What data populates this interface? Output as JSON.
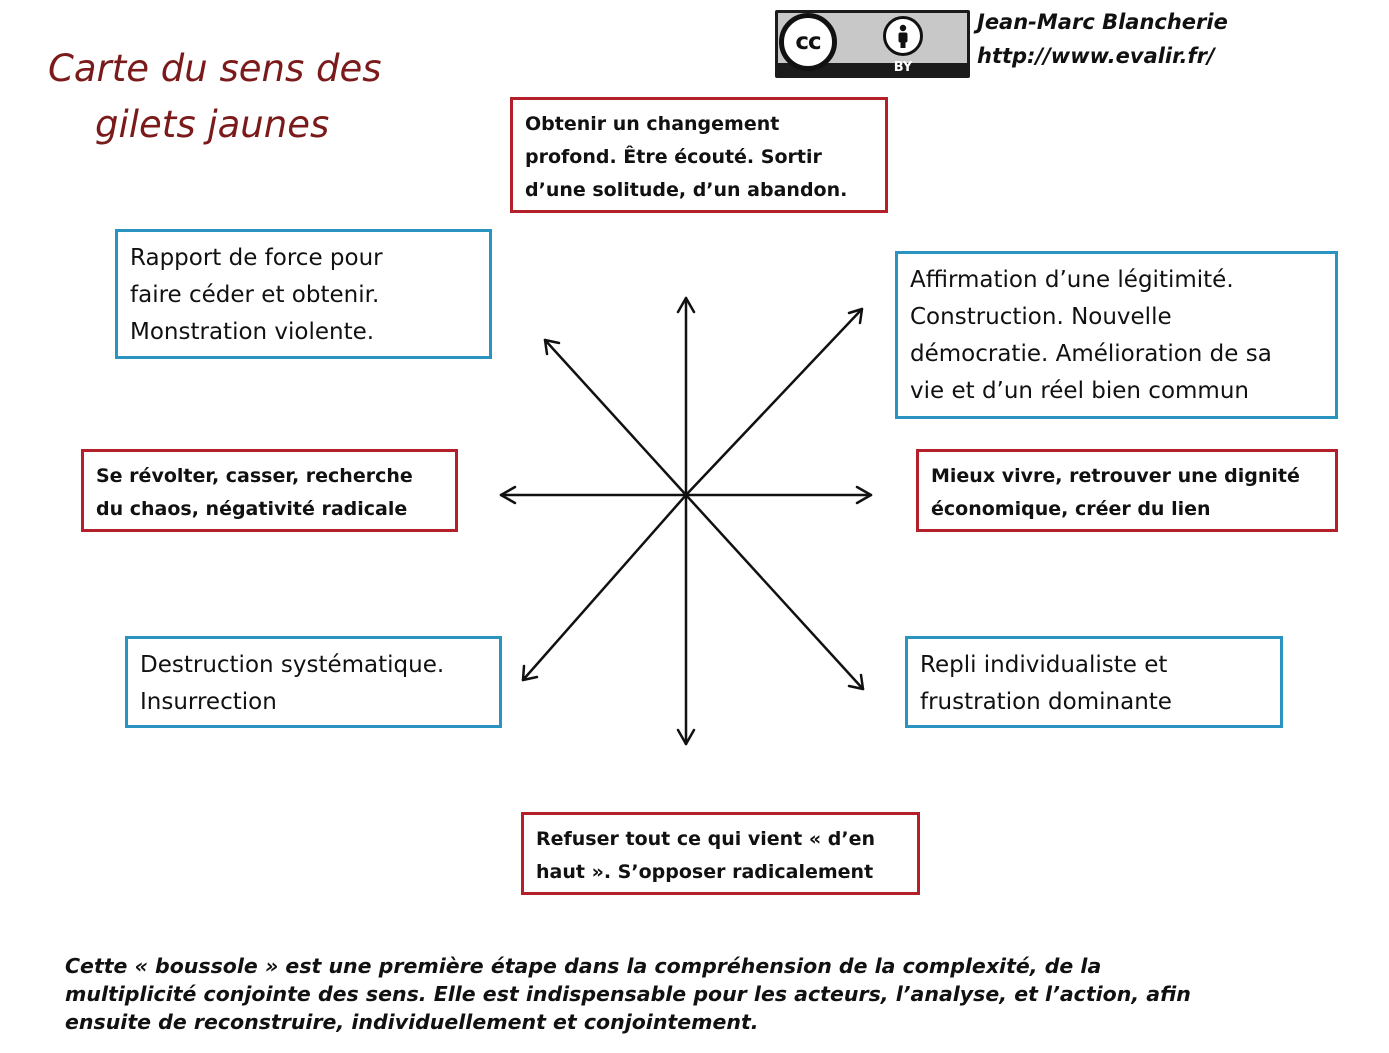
{
  "title": {
    "line1": "Carte du sens des",
    "line2": "gilets jaunes"
  },
  "license": {
    "cc": "cc",
    "by": "BY",
    "icon": "cc-by-icon"
  },
  "author": {
    "name": "Jean-Marc Blancherie",
    "url": "http://www.evalir.fr/"
  },
  "boxes": {
    "north": {
      "lines": [
        "Obtenir un changement",
        "profond. Être écouté. Sortir",
        "d’une solitude, d’un abandon."
      ]
    },
    "northwest": {
      "lines": [
        "Rapport de force pour",
        "faire céder et obtenir.",
        "Monstration violente."
      ]
    },
    "northeast": {
      "lines": [
        "Affirmation d’une légitimité.",
        "Construction. Nouvelle",
        "démocratie. Amélioration de sa",
        "vie et d’un réel bien commun"
      ]
    },
    "west": {
      "lines": [
        "Se révolter, casser, recherche",
        "du chaos,  négativité radicale"
      ]
    },
    "east": {
      "lines": [
        "Mieux vivre, retrouver une dignité",
        "économique,  créer du lien"
      ]
    },
    "southwest": {
      "lines": [
        "Destruction systématique.",
        "Insurrection"
      ]
    },
    "southeast": {
      "lines": [
        "Repli  individualiste et",
        "frustration dominante"
      ]
    },
    "south": {
      "lines": [
        "Refuser tout ce qui vient « d’en",
        "haut ». S’opposer  radicalement"
      ]
    }
  },
  "colors": {
    "title": "#7a1a1a",
    "red_border": "#b3202a",
    "blue_border": "#2a93bf"
  },
  "footer": {
    "lines": [
      "Cette « boussole  » est une première étape dans la compréhension de la complexité, de la",
      "multiplicité conjointe des sens.  Elle est indispensable pour les acteurs, l’analyse, et l’action, afin",
      "ensuite de reconstruire, individuellement et conjointement."
    ]
  }
}
